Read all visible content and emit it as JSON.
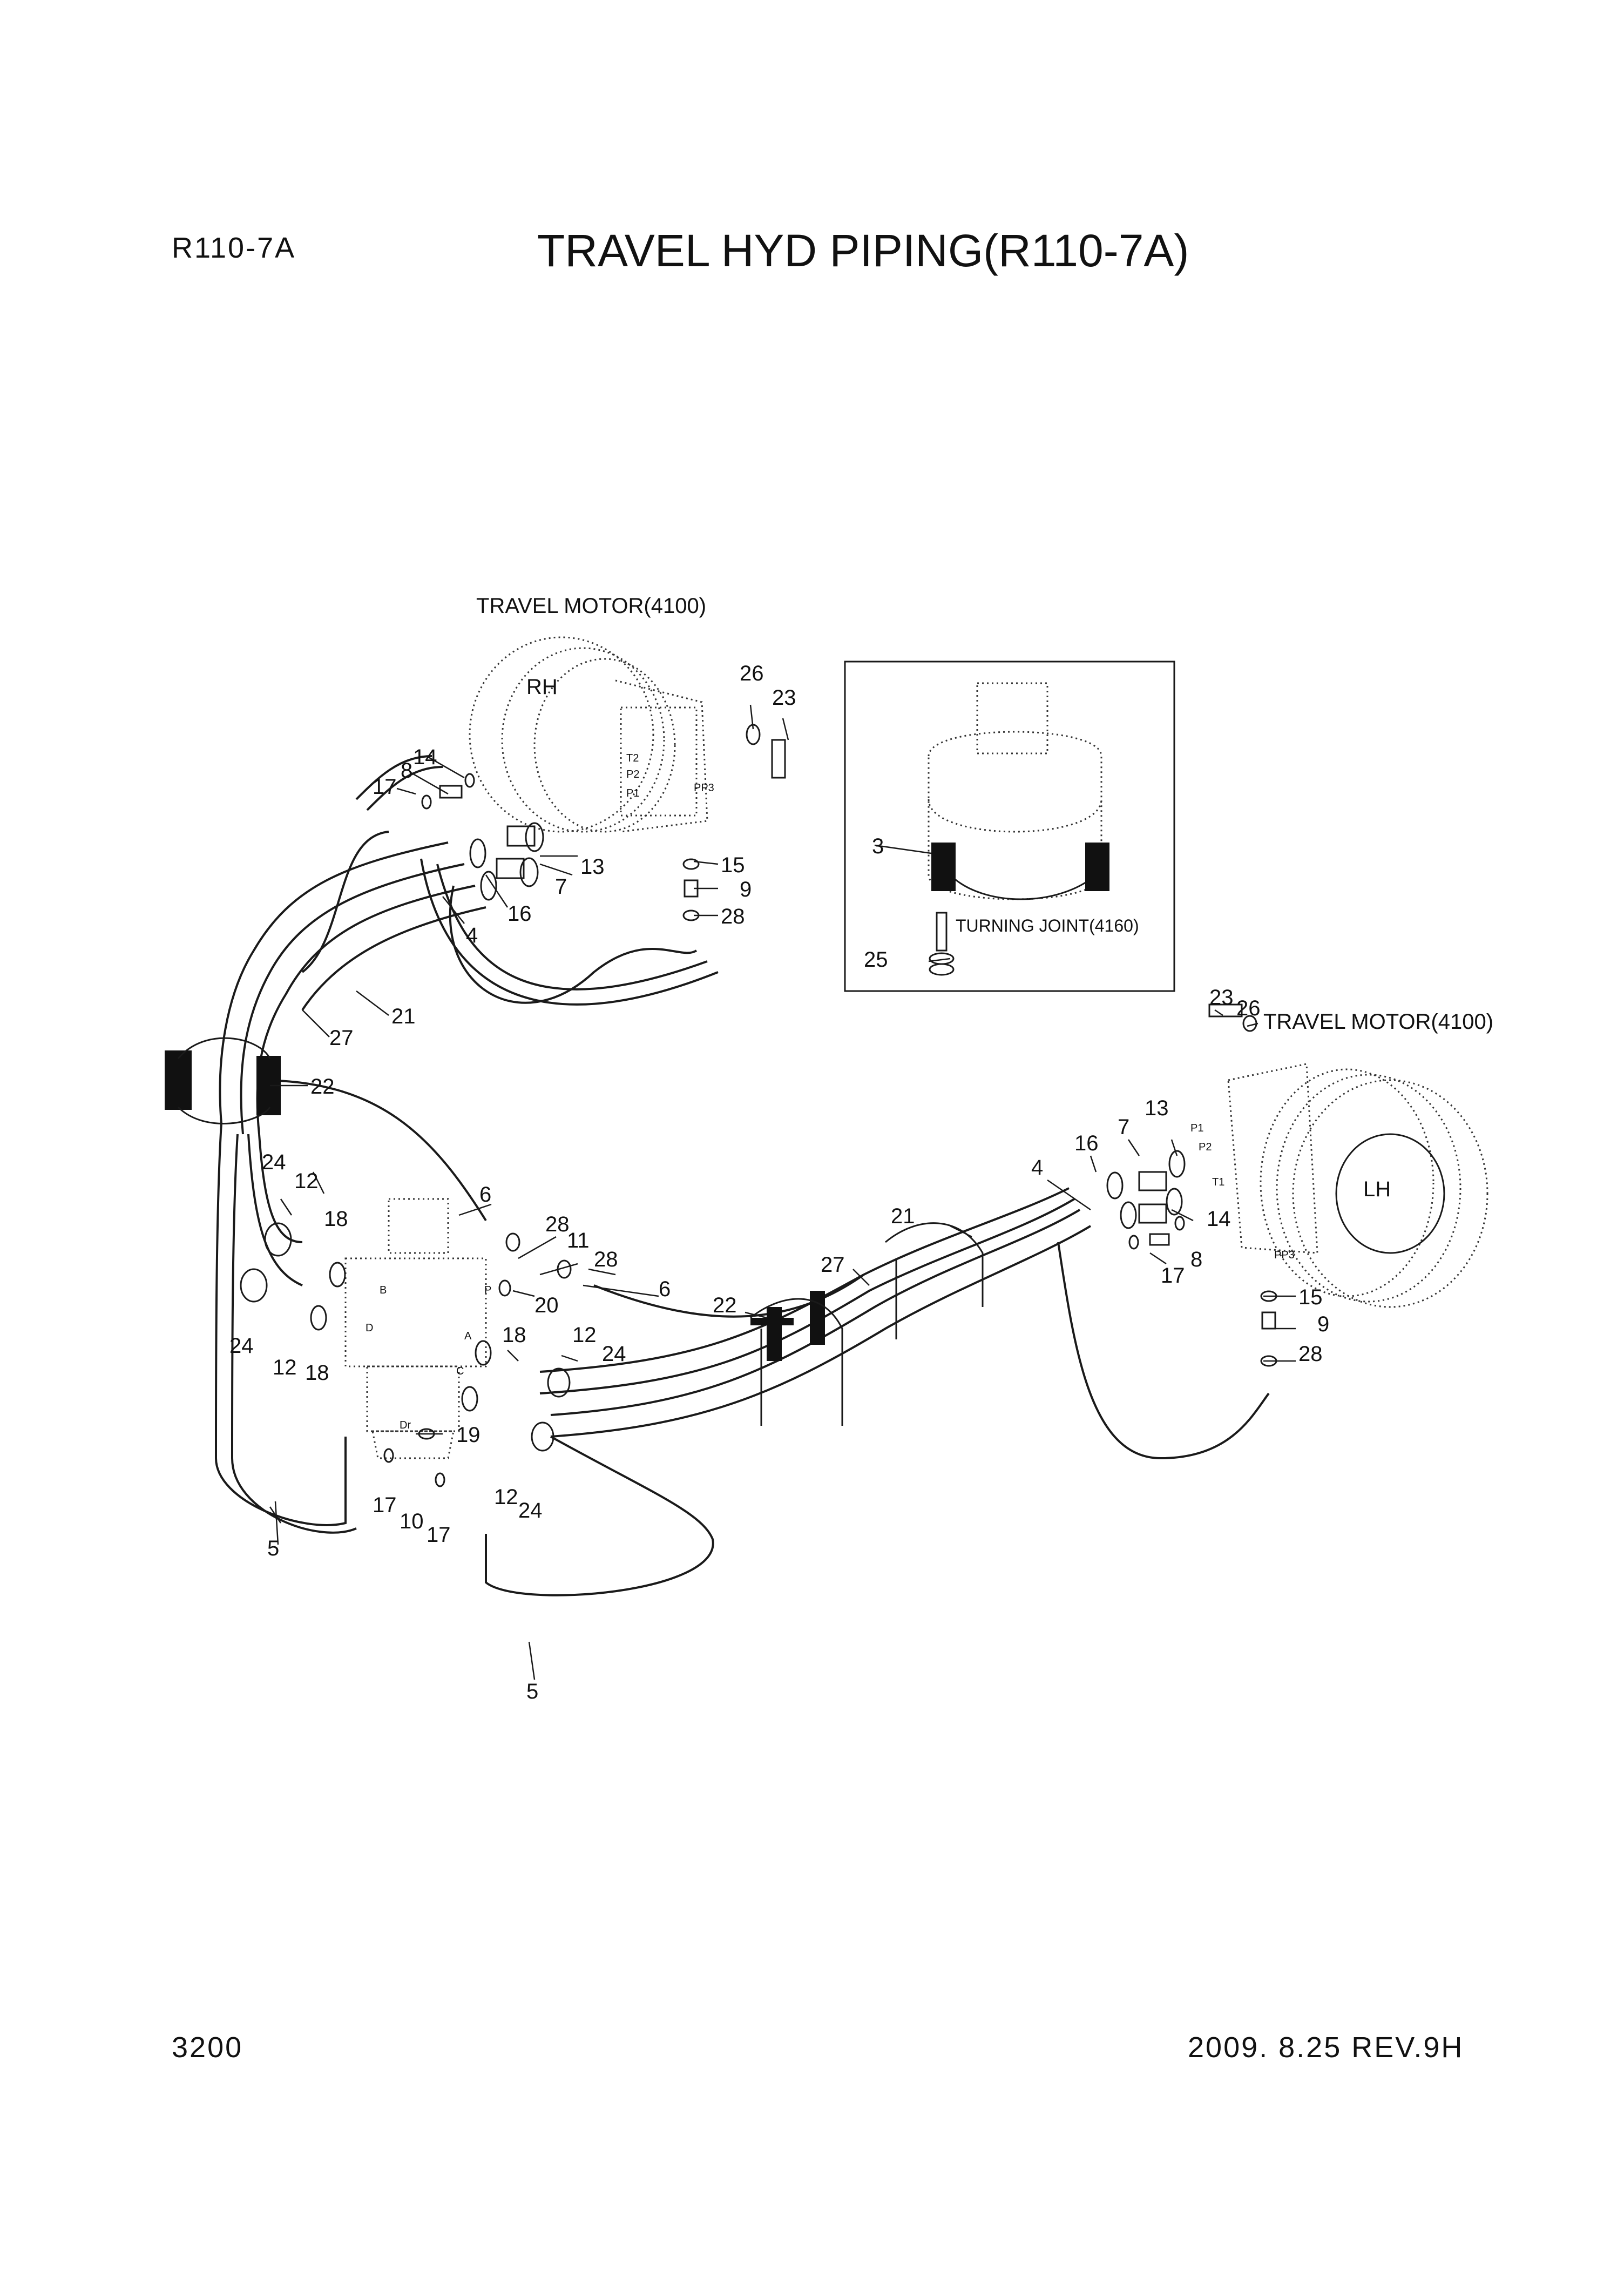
{
  "header": {
    "model": "R110-7A",
    "title": "TRAVEL HYD PIPING(R110-7A)"
  },
  "footer": {
    "page": "3200",
    "date_rev": "2009. 8.25  REV.9H"
  },
  "diagram": {
    "components": {
      "travel_motor_rh": "TRAVEL MOTOR(4100)",
      "rh": "RH",
      "travel_motor_lh": "TRAVEL MOTOR(4100)",
      "lh": "LH",
      "turning_joint": "TURNING JOINT(4160)"
    },
    "ports": {
      "rh_t2": "T2",
      "rh_p2": "P2",
      "rh_p1": "P1",
      "rh_pp3": "PP3",
      "lh_p1": "P1",
      "lh_p2": "P2",
      "lh_t1": "T1",
      "lh_pp3": "PP3",
      "tj_b": "B",
      "tj_d": "D",
      "tj_p": "P",
      "tj_a": "A",
      "tj_c": "C",
      "tj_dr": "Dr"
    },
    "callouts": [
      "26",
      "23",
      "14",
      "8",
      "17",
      "13",
      "7",
      "16",
      "4",
      "15",
      "9",
      "28",
      "21",
      "27",
      "22",
      "3",
      "25",
      "23",
      "26",
      "13",
      "7",
      "16",
      "4",
      "21",
      "14",
      "8",
      "17",
      "15",
      "9",
      "28",
      "6",
      "28",
      "11",
      "28",
      "20",
      "6",
      "24",
      "12",
      "18",
      "24",
      "12",
      "18",
      "18",
      "12",
      "24",
      "19",
      "12",
      "24",
      "17",
      "10",
      "17",
      "5",
      "5",
      "27",
      "22"
    ]
  }
}
